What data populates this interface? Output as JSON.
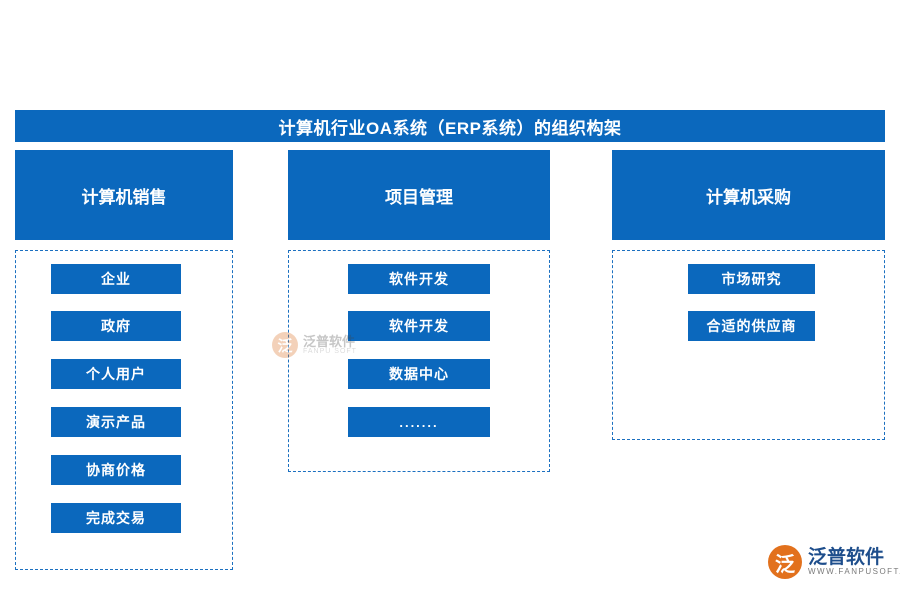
{
  "diagram": {
    "title": "计算机行业OA系统（ERP系统）的组织构架",
    "accent_color": "#0b68bd",
    "dash_border_color": "#1c70c0",
    "columns": [
      {
        "id": "sales",
        "header": "计算机销售",
        "items": [
          "企业",
          "政府",
          "个人用户",
          "演示产品",
          "协商价格",
          "完成交易"
        ]
      },
      {
        "id": "project-management",
        "header": "项目管理",
        "items": [
          "软件开发",
          "软件开发",
          "数据中心",
          "......."
        ]
      },
      {
        "id": "purchasing",
        "header": "计算机采购",
        "items": [
          "市场研究",
          "合适的供应商"
        ]
      }
    ]
  },
  "watermarks": {
    "center": {
      "mark": "泛",
      "name": "泛普软件",
      "sub": "FANPU SOFT"
    },
    "corner": {
      "mark": "泛",
      "name": "泛普软件",
      "sub": "WWW.FANPUSOFT.COM"
    }
  }
}
